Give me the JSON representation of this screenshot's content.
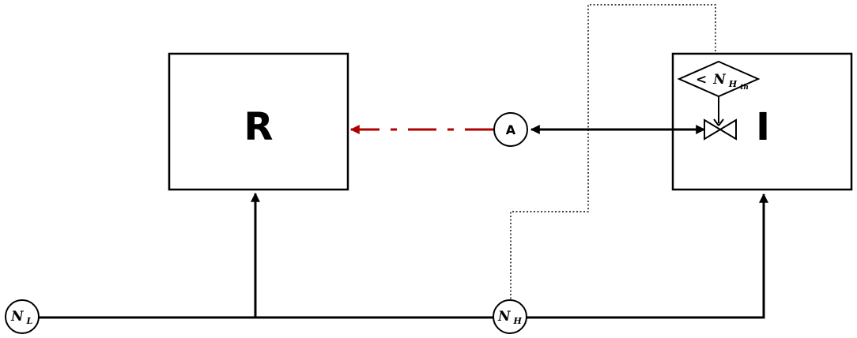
{
  "boxes": {
    "left_label": "R",
    "right_label": "I"
  },
  "nodes": {
    "left": {
      "main": "N",
      "sub": "L"
    },
    "middle": {
      "main": "N",
      "sub": "H"
    },
    "actuator": "A"
  },
  "condition": {
    "prefix": "<",
    "main": "N",
    "sub": "H",
    "subsub": "th"
  },
  "colors": {
    "line": "#000000",
    "signal": "#b00000"
  }
}
